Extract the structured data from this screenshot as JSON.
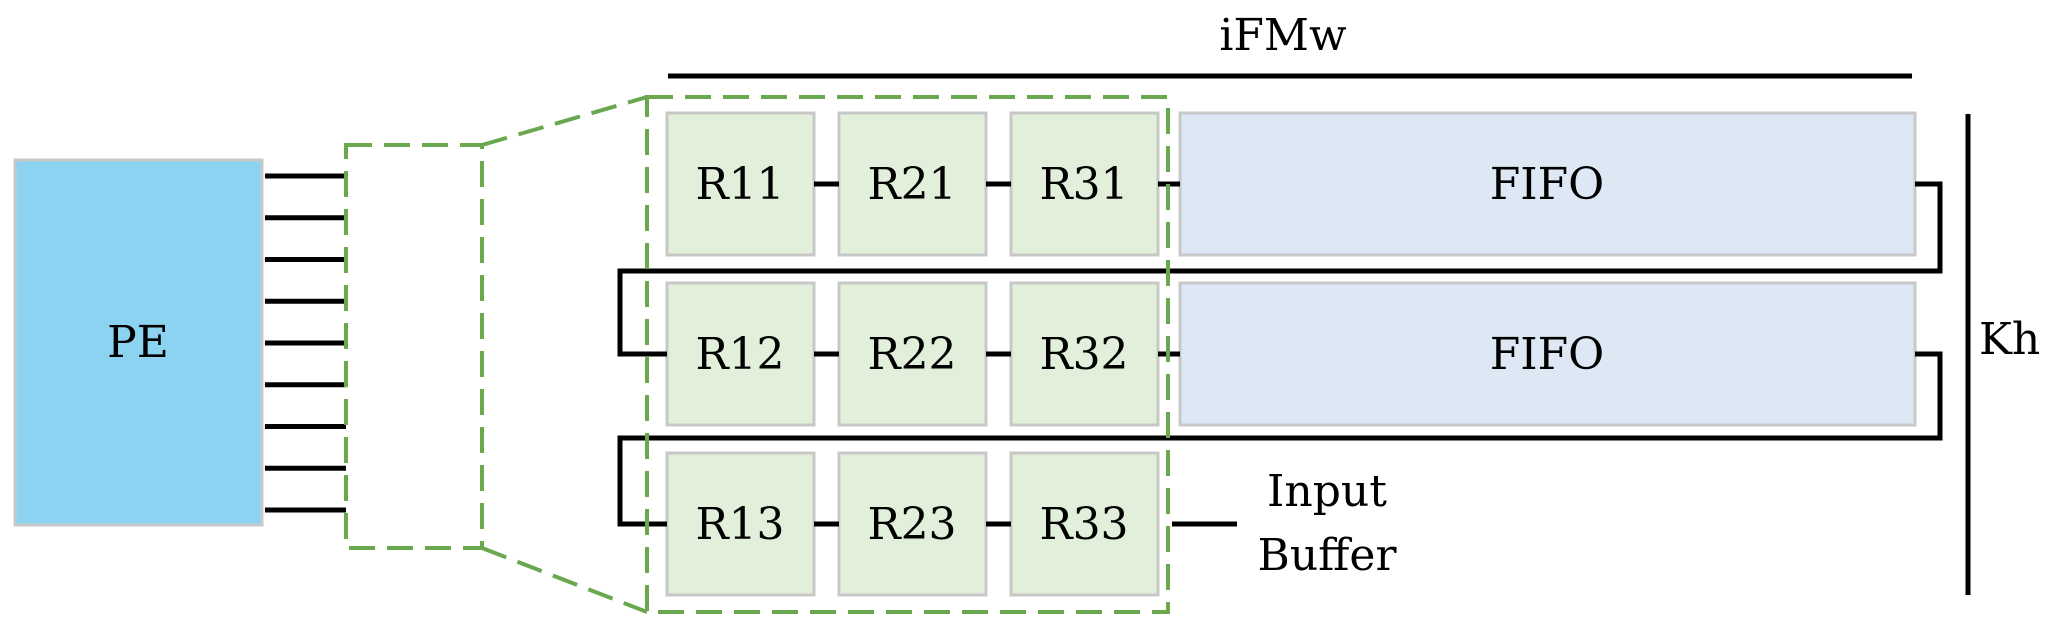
{
  "pe": {
    "label": "PE"
  },
  "registers": [
    [
      "R11",
      "R21",
      "R31"
    ],
    [
      "R12",
      "R22",
      "R32"
    ],
    [
      "R13",
      "R23",
      "R33"
    ]
  ],
  "fifos": [
    "FIFO",
    "FIFO"
  ],
  "width_label": "iFMw",
  "height_label": "Kh",
  "input_buffer": {
    "line1": "Input",
    "line2": "Buffer"
  },
  "colors": {
    "pe_fill": "#8bd3f0",
    "register_fill": "#e2efda",
    "fifo_fill": "#dde8f4",
    "window_outline": "#6aa84f"
  }
}
